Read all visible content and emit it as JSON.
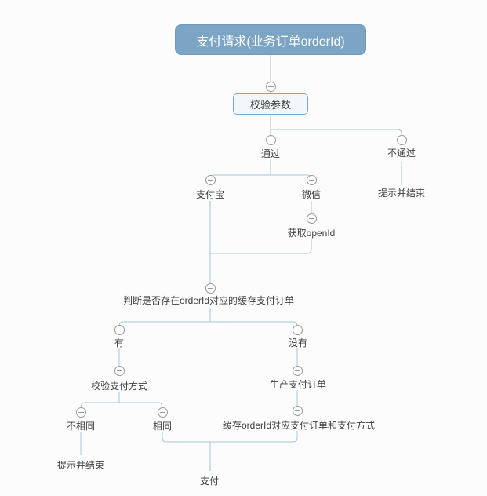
{
  "colors": {
    "background": "#fcfcfc",
    "root_fill": "#7ca4c4",
    "root_border": "#6f9abb",
    "root_text": "#ffffff",
    "box_fill": "#f2f7fb",
    "box_border": "#7fa7c7",
    "line": "#a9c3d5",
    "collapse": "#999999",
    "text": "#3e3e3e"
  },
  "icons": {
    "collapse": "minus-circle"
  },
  "nodes": {
    "root": "支付请求(业务订单orderId)",
    "validate_params": "校验参数",
    "pass": "通过",
    "not_pass": "不通过",
    "not_pass_end": "提示并结束",
    "alipay": "支付宝",
    "wechat": "微信",
    "get_openid": "获取openId",
    "check_cached_order": "判断是否存在orderId对应的缓存支付订单",
    "has": "有",
    "has_not": "没有",
    "verify_pay_method": "校验支付方式",
    "not_same": "不相同",
    "same": "相同",
    "not_same_end": "提示并结束",
    "create_pay_order": "生产支付订单",
    "cache_pay_order": "缓存orderId对应支付订单和支付方式",
    "pay": "支付"
  }
}
